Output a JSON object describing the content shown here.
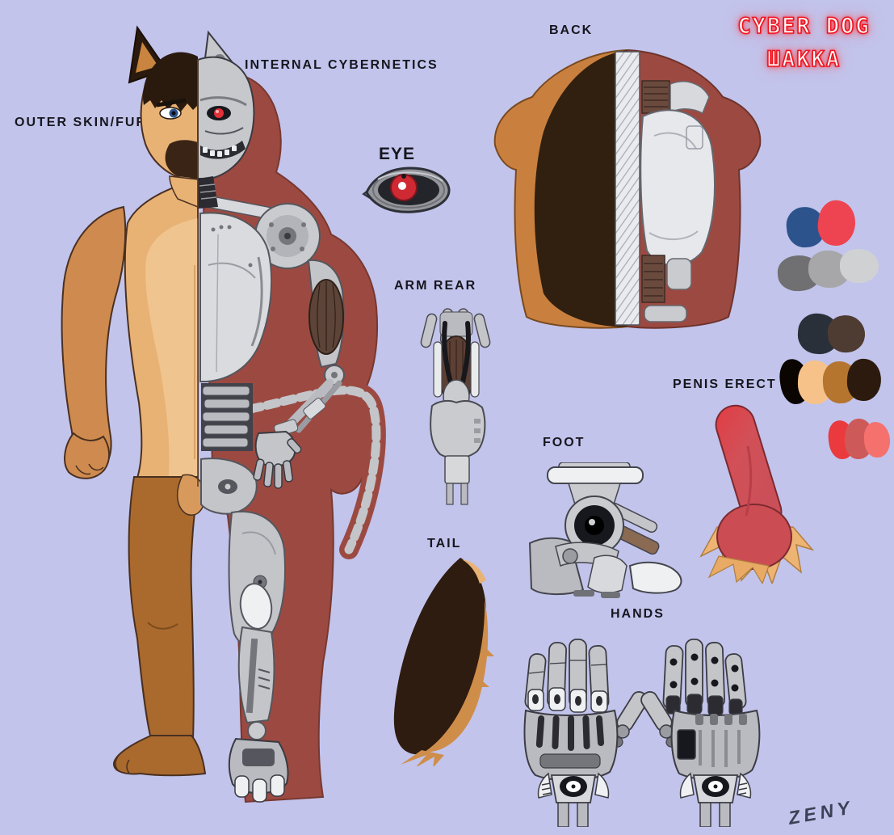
{
  "title": {
    "line1": "CYBER DOG",
    "line2": "ШAKKA",
    "glow_color": "#ee1520",
    "fill_color": "#ffffff"
  },
  "labels": {
    "outer_skin": "OUTER SKIN/FUR",
    "internal_cybernetics": "INTERNAL CYBERNETICS",
    "back": "BACK",
    "eye": "EYE",
    "arm_rear": "ARM REAR",
    "penis_erect": "PENIS ERECT",
    "foot": "FOOT",
    "tail": "TAIL",
    "hands": "HANDS"
  },
  "signature": "ZENY",
  "palette": {
    "rows": [
      {
        "name": "eye-colors",
        "colors": [
          "#2d538c",
          "#ee4350"
        ]
      },
      {
        "name": "metal-grays",
        "colors": [
          "#707072",
          "#a7a7a9",
          "#d0d1d3"
        ]
      },
      {
        "name": "dark-accents",
        "colors": [
          "#293039",
          "#4e3b31"
        ]
      },
      {
        "name": "fur-tones",
        "colors": [
          "#0b0502",
          "#f7c289",
          "#b5752f",
          "#2c1a0e"
        ]
      },
      {
        "name": "reds",
        "colors": [
          "#ea3a3e",
          "#cd5a58",
          "#f4716e"
        ]
      }
    ]
  },
  "art_colors": {
    "background": "#c2c4ec",
    "skin_tan": "#e8b275",
    "chest_tan": "#f0c48e",
    "arm_brown": "#cf8b4f",
    "leg_brown": "#aa6a2e",
    "hair_dark": "#2a1a0e",
    "metal_light": "#d9dbdf",
    "metal_mid": "#b9bcc2",
    "metal_dark": "#55565e",
    "muscle_maroon": "#9c4a41",
    "robot_eye_red": "#e03038",
    "character_eye_blue": "#2d538c",
    "tail_dark": "#2e1c10",
    "tail_tan": "#cf8d4a",
    "label_dark": "#16161e"
  }
}
